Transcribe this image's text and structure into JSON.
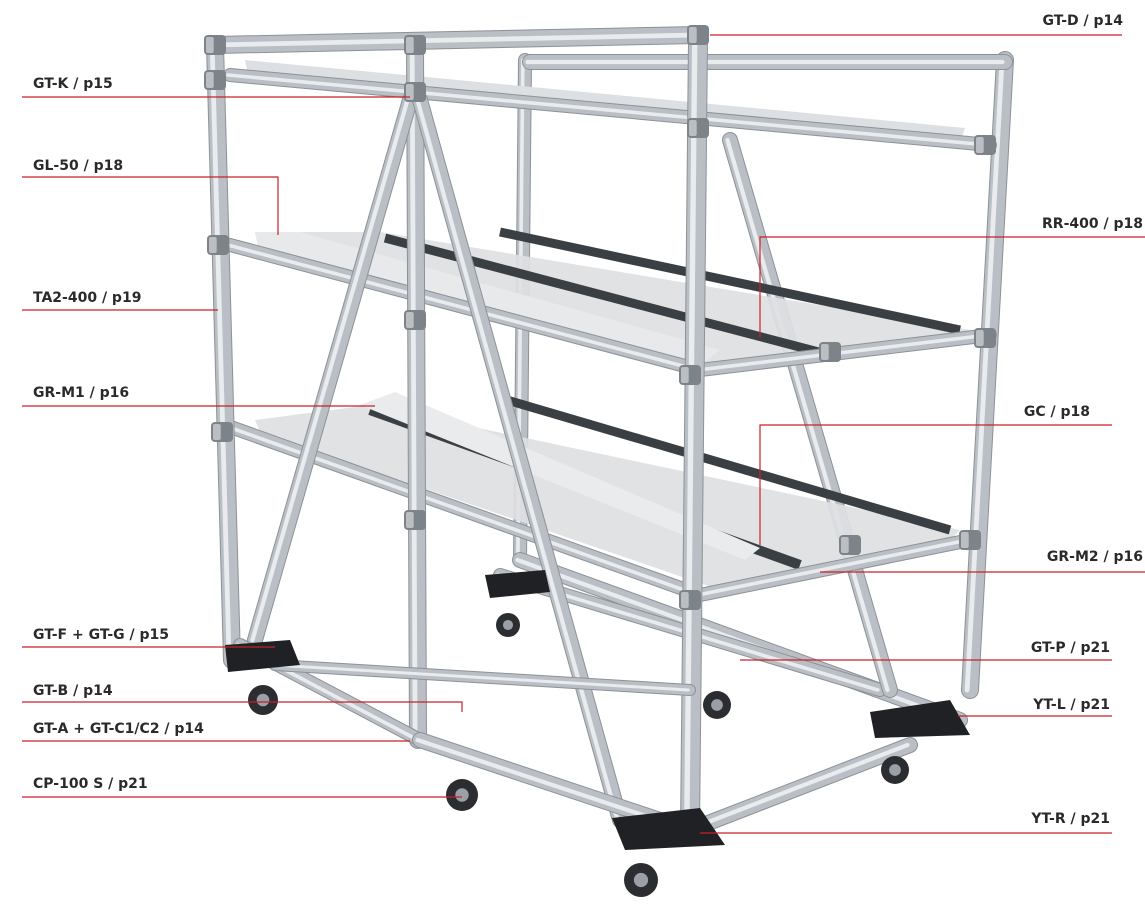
{
  "colors": {
    "leader_line": "#c8202a",
    "label_text": "#2a2a2a",
    "tube": "#b9bfc4",
    "tube_highlight": "#eef1f3",
    "tube_shadow": "#8c9297",
    "joint": "#7d8489",
    "channel": "#dde0e2",
    "roller_strip": "#3a3f44",
    "foot": "#1f2124",
    "wheel": "#2b2d30",
    "hub": "#9aa0a5"
  },
  "callouts_left": [
    {
      "id": "gt-k",
      "text": "GT-K / p15"
    },
    {
      "id": "gl-50",
      "text": "GL-50 / p18"
    },
    {
      "id": "ta2-400",
      "text": "TA2-400 / p19"
    },
    {
      "id": "gr-m1",
      "text": "GR-M1 / p16"
    },
    {
      "id": "gt-f-gt-g",
      "text": "GT-F + GT-G / p15"
    },
    {
      "id": "gt-b",
      "text": "GT-B / p14"
    },
    {
      "id": "gt-a-gt-c1-c2",
      "text": "GT-A + GT-C1/C2 / p14"
    },
    {
      "id": "cp-100-s",
      "text": "CP-100 S / p21"
    }
  ],
  "callouts_right": [
    {
      "id": "gt-d",
      "text": "GT-D / p14"
    },
    {
      "id": "rr-400",
      "text": "RR-400 / p18"
    },
    {
      "id": "gc",
      "text": "GC / p18"
    },
    {
      "id": "gr-m2",
      "text": "GR-M2 / p16"
    },
    {
      "id": "gt-p",
      "text": "GT-P / p21"
    },
    {
      "id": "yt-l",
      "text": "YT-L / p21"
    },
    {
      "id": "yt-r",
      "text": "YT-R / p21"
    }
  ]
}
